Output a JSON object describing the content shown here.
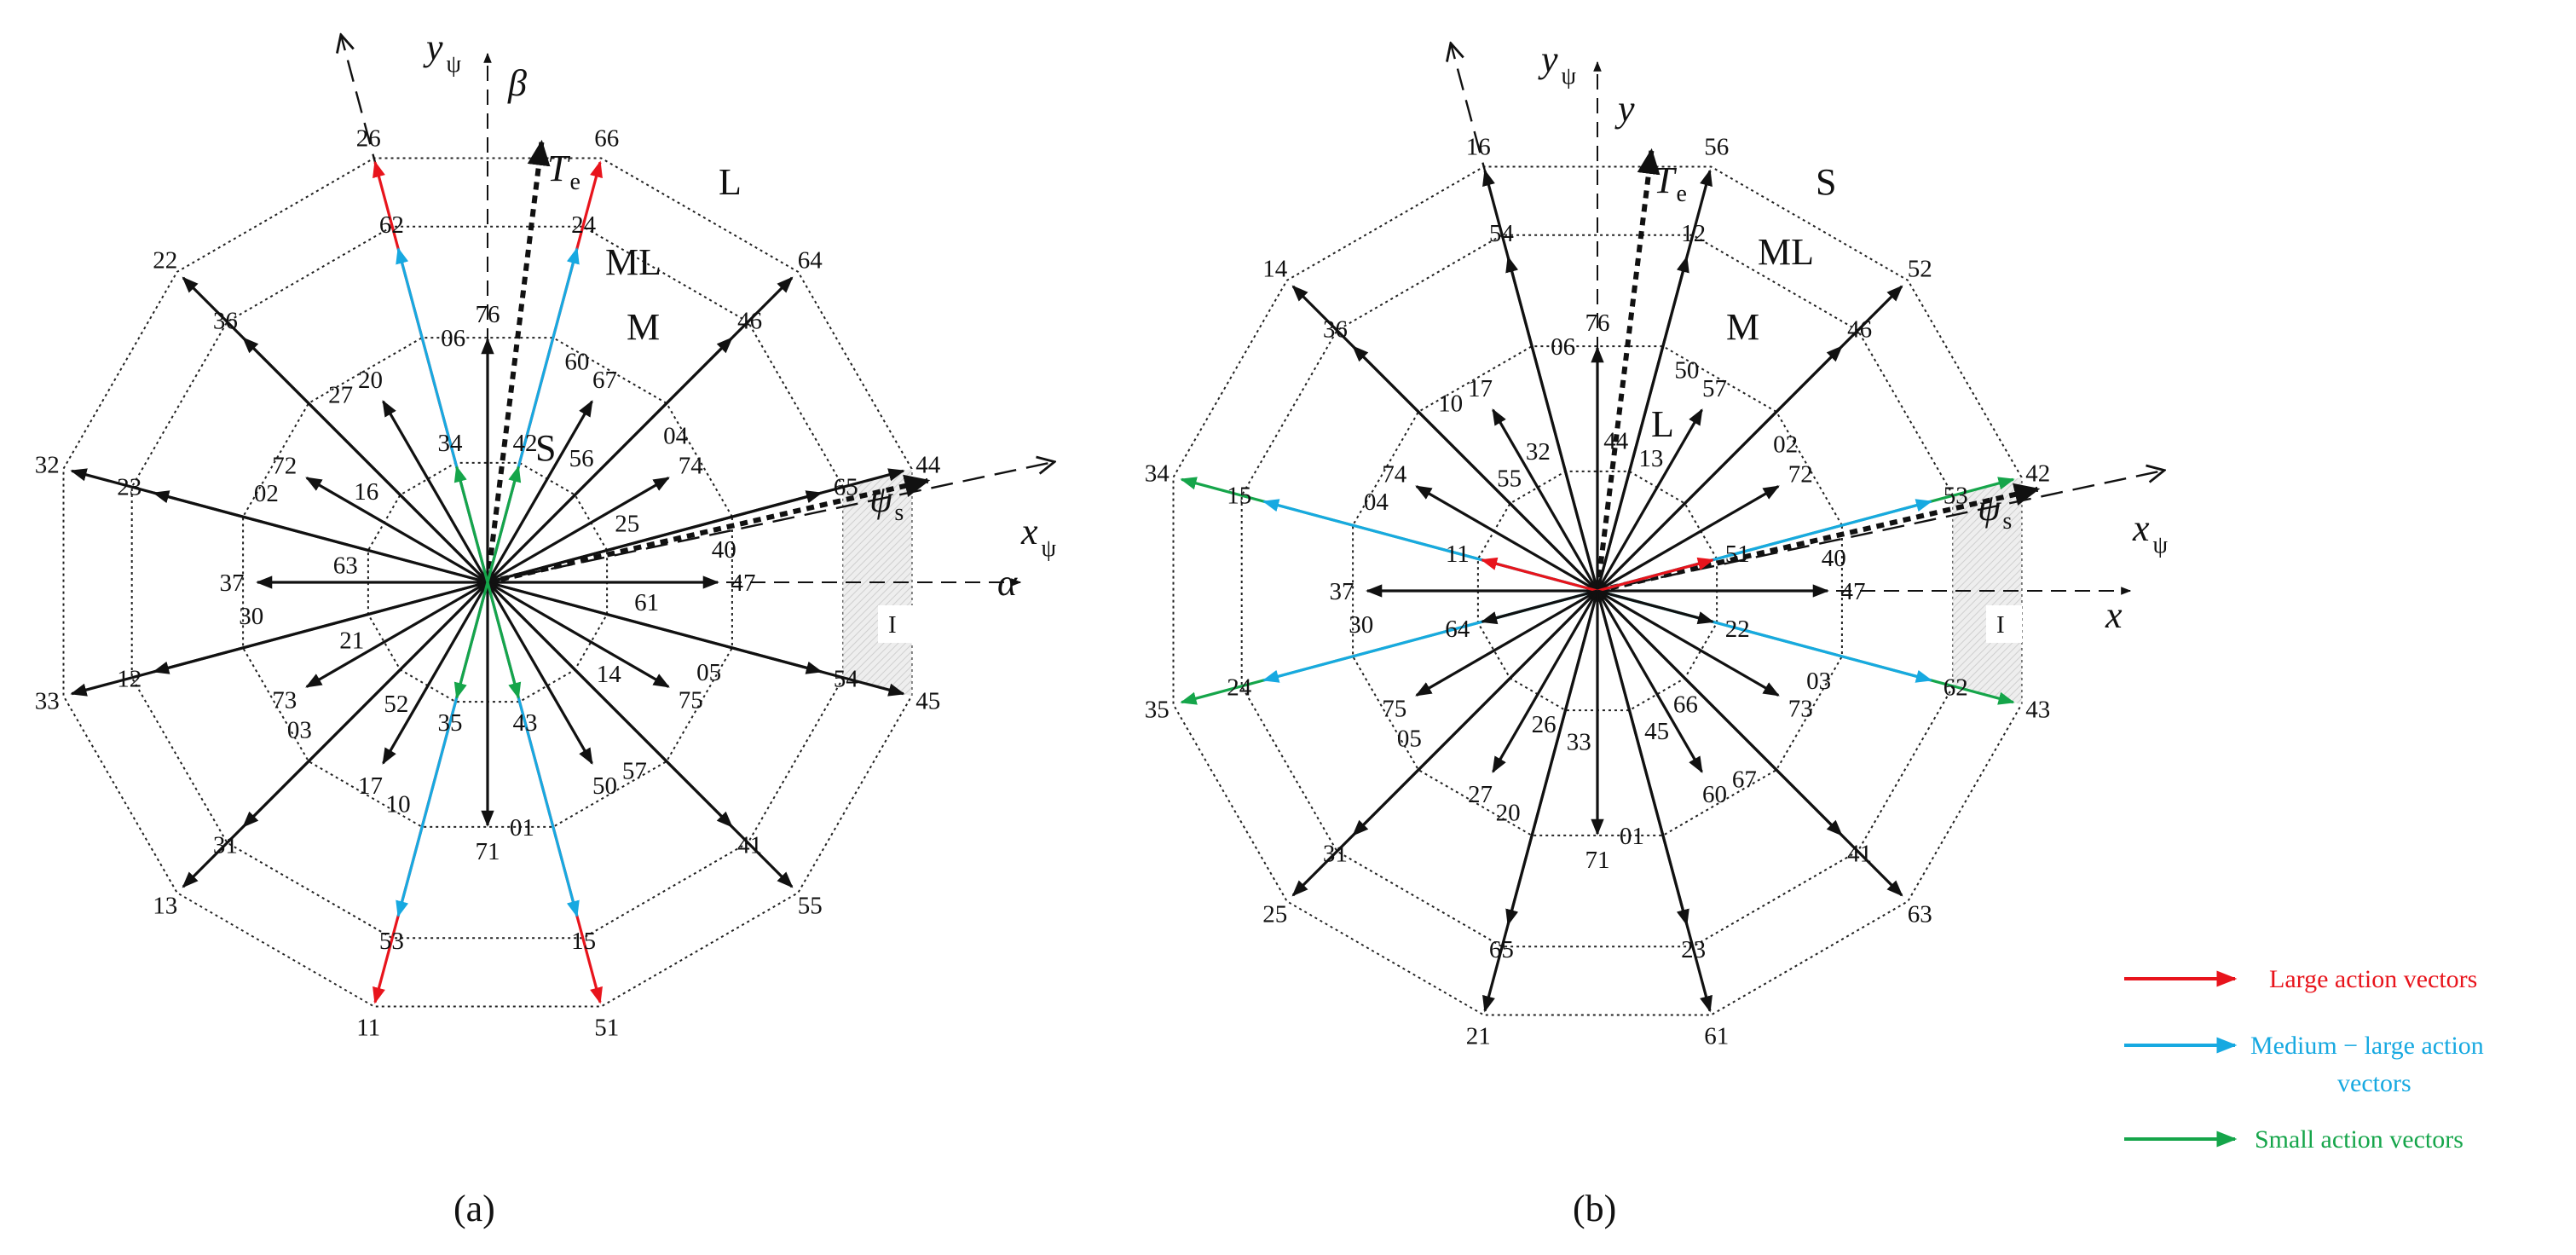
{
  "colors": {
    "large": "#e8141c",
    "medium_large": "#17a9e1",
    "small": "#15a54a",
    "black": "#111111"
  },
  "legend": [
    {
      "label": "Large action vectors",
      "color": "#e8141c"
    },
    {
      "label": "Medium − large action",
      "label2": "vectors",
      "color": "#17a9e1"
    },
    {
      "label": "Small action vectors",
      "color": "#15a54a"
    }
  ],
  "panels": [
    {
      "caption": "(a)",
      "ring_labels": [
        "L",
        "ML",
        "M",
        "S"
      ],
      "axes": {
        "x": "α",
        "y": "β",
        "xpsi": "x",
        "xpsi_sub": "ψ",
        "ypsi": "y",
        "ypsi_sub": "ψ",
        "te": "T",
        "te_sub": "e",
        "psis": "ψ",
        "psis_sub": "s"
      },
      "sector": "I",
      "vector_colors": {
        "26": "#e8141c",
        "66": "#e8141c",
        "11": "#e8141c",
        "51": "#e8141c",
        "62": "#17a9e1",
        "24": "#17a9e1",
        "53": "#17a9e1",
        "15": "#17a9e1",
        "34": "#15a54a",
        "42": "#15a54a",
        "35": "#15a54a",
        "43": "#15a54a"
      },
      "labels": [
        "26",
        "66",
        "22",
        "64",
        "32",
        "44",
        "33",
        "45",
        "13",
        "55",
        "11",
        "51",
        "62",
        "24",
        "36",
        "46",
        "23",
        "65",
        "12",
        "54",
        "31",
        "41",
        "53",
        "15",
        "20",
        "27",
        "67",
        "60",
        "72",
        "02",
        "74",
        "04",
        "37",
        "30",
        "47",
        "40",
        "73",
        "03",
        "75",
        "05",
        "17",
        "10",
        "50",
        "57",
        "76",
        "06",
        "71",
        "01",
        "34",
        "42",
        "35",
        "43",
        "63",
        "25",
        "16",
        "56",
        "21",
        "61",
        "52",
        "14"
      ]
    },
    {
      "caption": "(b)",
      "ring_labels": [
        "S",
        "ML",
        "M",
        "L"
      ],
      "axes": {
        "x": "x",
        "y": "y",
        "xpsi": "x",
        "xpsi_sub": "ψ",
        "ypsi": "y",
        "ypsi_sub": "ψ",
        "te": "T",
        "te_sub": "e",
        "psis": "ψ",
        "psis_sub": "s"
      },
      "sector": "I",
      "vector_colors": {
        "26": "#e8141c",
        "66": "#e8141c",
        "11": "#e8141c",
        "51": "#e8141c",
        "15": "#17a9e1",
        "53": "#17a9e1",
        "24": "#17a9e1",
        "62": "#17a9e1",
        "34": "#15a54a",
        "42": "#15a54a",
        "35": "#15a54a",
        "43": "#15a54a"
      },
      "labels": [
        "16",
        "56",
        "14",
        "52",
        "34",
        "42",
        "35",
        "43",
        "25",
        "63",
        "21",
        "61",
        "54",
        "12",
        "36",
        "46",
        "15",
        "53",
        "24",
        "62",
        "31",
        "41",
        "65",
        "23",
        "17",
        "10",
        "57",
        "50",
        "74",
        "04",
        "72",
        "02",
        "37",
        "30",
        "47",
        "40",
        "75",
        "05",
        "73",
        "03",
        "27",
        "20",
        "60",
        "67",
        "76",
        "06",
        "71",
        "01",
        "32",
        "44",
        "33",
        "45",
        "55",
        "13",
        "26",
        "66",
        "11",
        "51",
        "64",
        "22"
      ]
    }
  ]
}
